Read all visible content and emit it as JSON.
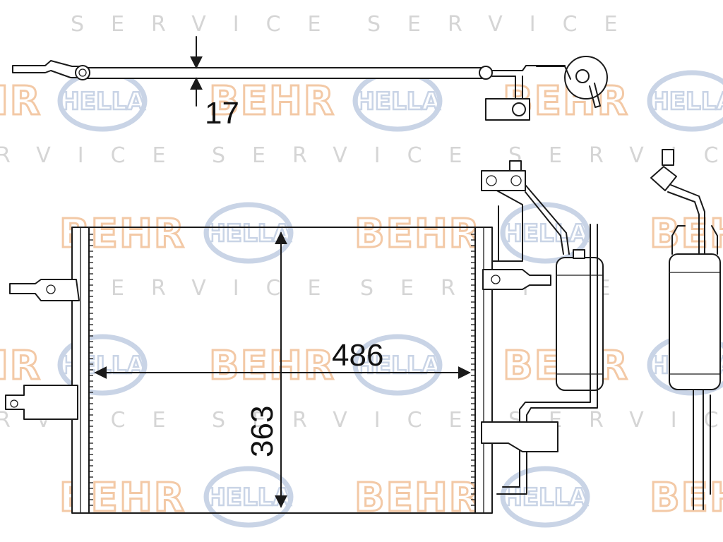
{
  "watermark": {
    "brand_primary": "BEHR",
    "brand_secondary": "HELLA",
    "service": "SERVICE",
    "colors": {
      "behr": "#f3c9a6",
      "hella": "#c9d4e6",
      "service": "#d5d5d5"
    }
  },
  "dimensions": {
    "thickness": "17",
    "width": "486",
    "height": "363"
  }
}
